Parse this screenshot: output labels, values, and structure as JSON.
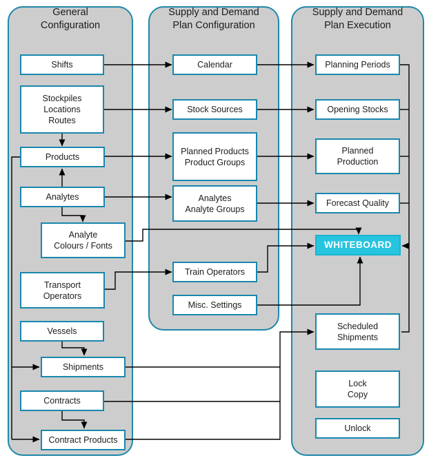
{
  "colors": {
    "panel-fill": "#cdcdcd",
    "panel-border": "#1e87a8",
    "box-border": "#1787ae",
    "box-fill": "#ffffff",
    "whiteboard-fill": "#27c4e0",
    "whiteboard-border": "#1ab3d0",
    "whiteboard-text": "#ffffff",
    "connector": "#000000",
    "text": "#1c1c1c"
  },
  "diagram": {
    "panels": [
      {
        "title": "General\nConfiguration",
        "nodes": {
          "shifts": "Shifts",
          "stockpiles_locations_routes": "Stockpiles\nLocations\nRoutes",
          "products": "Products",
          "analytes": "Analytes",
          "analyte_colours_fonts": "Analyte\nColours / Fonts",
          "transport_operators": "Transport\nOperators",
          "vessels": "Vessels",
          "shipments": "Shipments",
          "contracts": "Contracts",
          "contract_products": "Contract Products"
        }
      },
      {
        "title": "Supply and Demand\nPlan Configuration",
        "nodes": {
          "calendar": "Calendar",
          "stock_sources": "Stock Sources",
          "planned_products_product_groups": "Planned Products\nProduct Groups",
          "analytes_analyte_groups": "Analytes\nAnalyte Groups",
          "train_operators": "Train Operators",
          "misc_settings": "Misc. Settings"
        }
      },
      {
        "title": "Supply and Demand\nPlan Execution",
        "nodes": {
          "planning_periods": "Planning Periods",
          "opening_stocks": "Opening Stocks",
          "planned_production": "Planned\nProduction",
          "forecast_quality": "Forecast Quality",
          "whiteboard": "WHITEBOARD",
          "scheduled_shipments": "Scheduled\nShipments",
          "lock_copy": "Lock\nCopy",
          "unlock": "Unlock"
        }
      }
    ]
  }
}
